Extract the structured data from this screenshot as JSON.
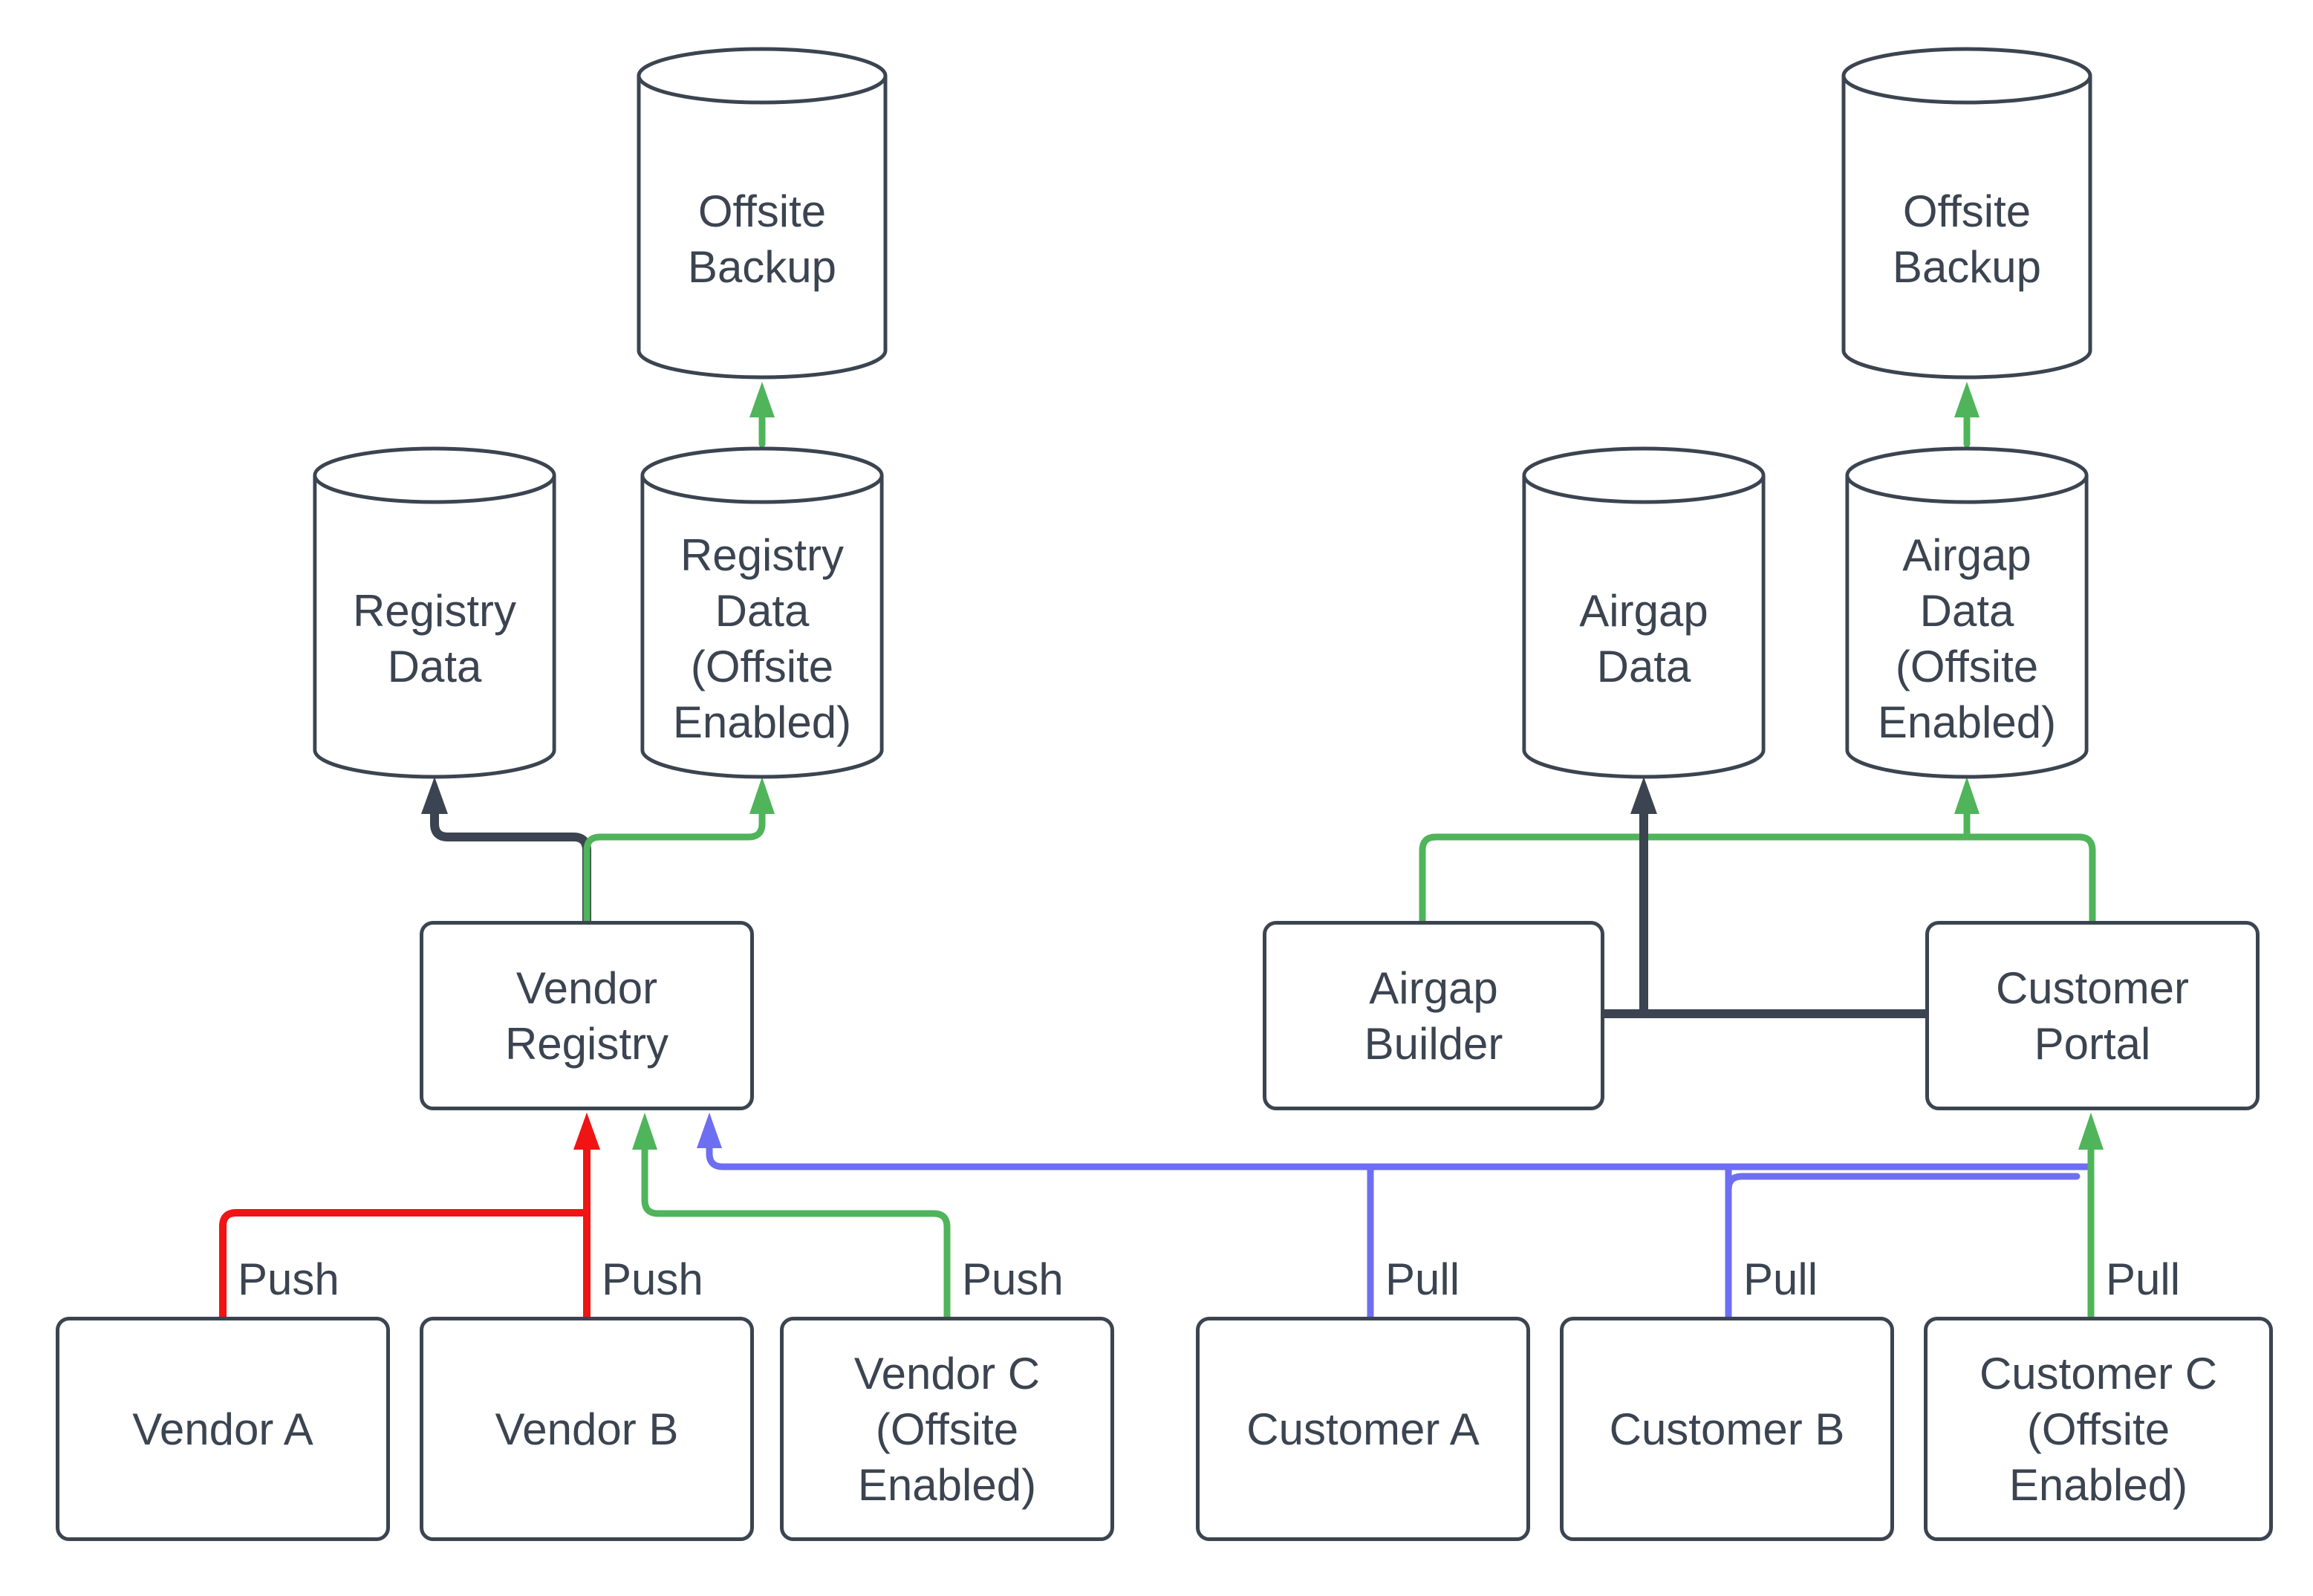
{
  "title": "Vendor Registry / Customer Portal data flow diagram",
  "colors": {
    "node_stroke": "#3b4450",
    "text": "#3b4450",
    "push_red": "#f01414",
    "offsite_green": "#4fb45a",
    "pull_blue": "#6e6ef2",
    "background": "#ffffff"
  },
  "nodes": {
    "offsite_backup_left": "Offsite\nBackup",
    "offsite_backup_right": "Offsite\nBackup",
    "registry_data": "Registry\nData",
    "registry_data_offsite": "Registry\nData\n(Offsite\nEnabled)",
    "airgap_data": "Airgap\nData",
    "airgap_data_offsite": "Airgap\nData\n(Offsite\nEnabled)",
    "vendor_registry": "Vendor\nRegistry",
    "airgap_builder": "Airgap\nBuilder",
    "customer_portal": "Customer\nPortal",
    "vendor_a": "Vendor A",
    "vendor_b": "Vendor B",
    "vendor_c": "Vendor C\n(Offsite\nEnabled)",
    "customer_a": "Customer A",
    "customer_b": "Customer B",
    "customer_c": "Customer C\n(Offsite\nEnabled)"
  },
  "edge_labels": {
    "push_vendor_a": "Push",
    "push_vendor_b": "Push",
    "push_vendor_c": "Push",
    "pull_customer_a": "Pull",
    "pull_customer_b": "Pull",
    "pull_customer_c": "Pull"
  }
}
